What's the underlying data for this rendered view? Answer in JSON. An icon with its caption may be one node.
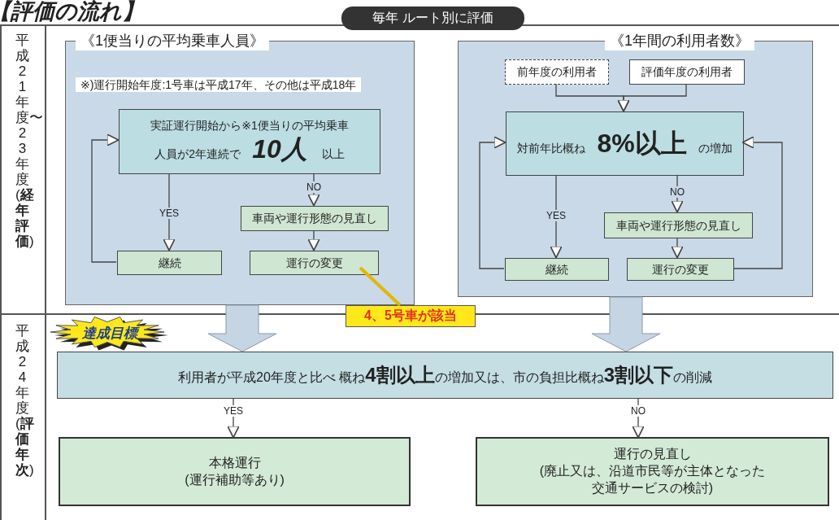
{
  "diagram": {
    "title": "【評価の流れ】",
    "nodes": [
      {
        "text": [
          "《1便当りの平均乗車人員》",
          "※)運行開始年度:1号車は平成17年、その他は平成18年"
        ]
      },
      {
        "text": [
          "実証運行開始から※1便当りの平均乗車人員が2年連続で**10人** 以上"
        ],
        "in": 0
      },
      {
        "text": [
          "車両や運行形態の見直し"
        ],
        "in": 0
      },
      {
        "text": [
          "継続"
        ],
        "in": 0
      },
      {
        "text": [
          "運行の変更"
        ],
        "in": 0
      },
      {
        "text": [
          "《1年間の利用者数》"
        ]
      },
      {
        "text": [
          "前年度の利用者"
        ],
        "in": 5
      },
      {
        "text": [
          "評価年度の利用者"
        ],
        "in": 5
      },
      {
        "text": [
          "対前年比概ね **8%以上** の増加"
        ],
        "in": 5
      },
      {
        "text": [
          "車両や運行形態の見直し"
        ],
        "in": 5
      },
      {
        "text": [
          "継続"
        ],
        "in": 5
      },
      {
        "text": [
          "運行の変更"
        ],
        "in": 5
      },
      {
        "text": [
          "4、5号車が該当"
        ]
      },
      {
        "text": [
          "達成目標"
        ]
      },
      {
        "text": [
          "利用者が平成20年度と比べ 概ね**4割以上**の増加又は、市の負担比概ね**3割以下**の削減"
        ]
      },
      {
        "text": [
          "本格運行",
          "(運行補助等あり)"
        ]
      },
      {
        "text": [
          "運行の見直し",
          "(廃止又は、沿道市民等が主体となった交通サービスの検討)"
        ]
      },
      {
        "text": [
          "毎年 ルート別に評価"
        ]
      }
    ],
    "edges": [
      {
        "from": 1,
        "to": 3,
        "arrow": "to",
        "label": "YES"
      },
      {
        "from": 1,
        "to": 2,
        "arrow": "to",
        "label": "NO"
      },
      {
        "from": 2,
        "to": 4,
        "arrow": "to"
      },
      {
        "from": 3,
        "to": 1,
        "arrow": "to"
      },
      {
        "from": 6,
        "to": 8,
        "arrow": "to"
      },
      {
        "from": 7,
        "to": 8,
        "arrow": "to"
      },
      {
        "from": 8,
        "to": 10,
        "arrow": "to",
        "label": "YES"
      },
      {
        "from": 8,
        "to": 9,
        "arrow": "to",
        "label": "NO"
      },
      {
        "from": 9,
        "to": 11,
        "arrow": "to"
      },
      {
        "from": 10,
        "to": 8,
        "arrow": "to"
      },
      {
        "from": 11,
        "to": 8,
        "arrow": "to"
      },
      {
        "from": 0,
        "to": 14,
        "arrow": "to",
        "style": "thick"
      },
      {
        "from": 5,
        "to": 14,
        "arrow": "to",
        "style": "thick"
      },
      {
        "from": 14,
        "to": 15,
        "arrow": "to",
        "label": "YES"
      },
      {
        "from": 14,
        "to": 16,
        "arrow": "to",
        "label": "NO"
      },
      {
        "from": 12,
        "to": 4,
        "arrow": "none",
        "style": "thick",
        "color": "#e0b800"
      }
    ],
    "labels": [
      "平成21年度〜23年度(**経年評価**)",
      "平成24年度(**評価年次**)"
    ]
  }
}
